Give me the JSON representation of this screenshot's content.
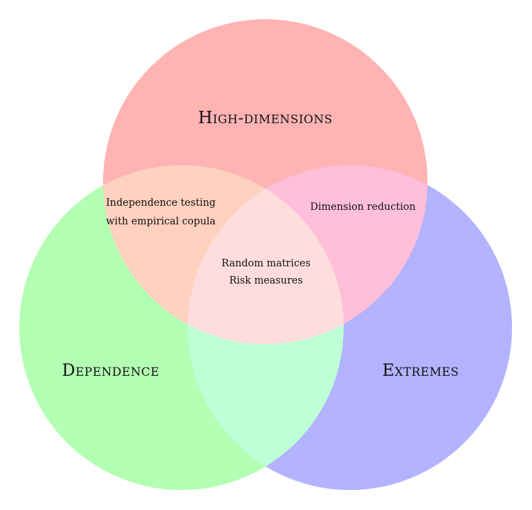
{
  "sets": {
    "high_dimensions": {
      "label": "High-dimensions",
      "color": "#ffb3b3"
    },
    "dependence": {
      "label": "Dependence",
      "color": "#b3ffb3"
    },
    "extremes": {
      "label": "Extremes",
      "color": "#b3b3ff"
    }
  },
  "regions": {
    "high_dim_and_dependence": {
      "lines": [
        "Independence testing",
        "with empirical copula"
      ],
      "color": "#ffd1bf"
    },
    "high_dim_and_extremes": {
      "lines": [
        "Dimension reduction"
      ],
      "color": "#ffbfd9"
    },
    "dependence_and_extremes": {
      "color": "#bfffd6"
    },
    "all_three": {
      "lines": [
        "Random matrices",
        "Risk measures"
      ],
      "color": "#ffdddd"
    }
  }
}
